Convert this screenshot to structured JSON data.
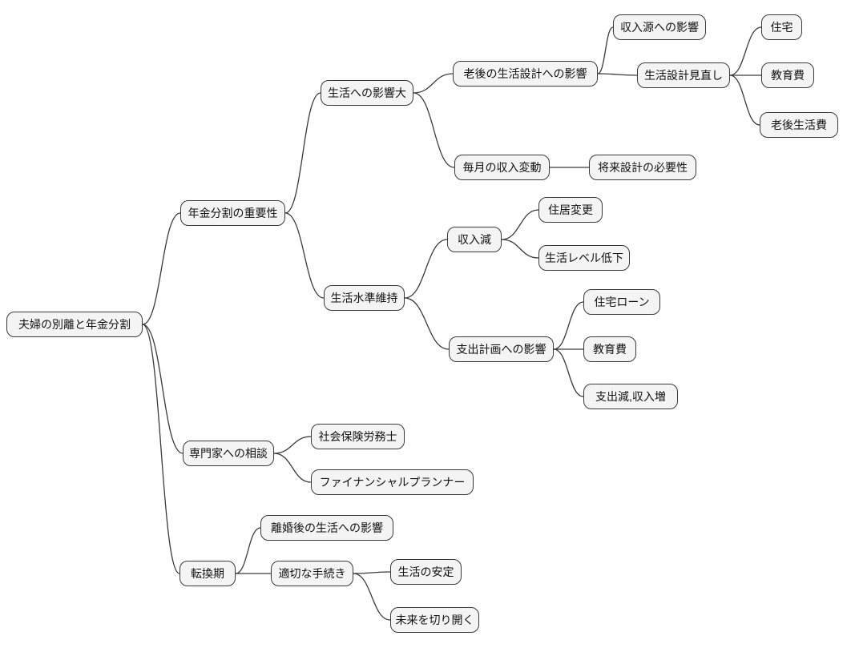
{
  "style": {
    "node_fill": "#f4f4f4",
    "node_border": "#3a3a3a",
    "edge_color": "#3a3a3a",
    "text_color": "#111111"
  },
  "nodes": {
    "root": {
      "label": "夫婦の別離と年金分割"
    },
    "pension-importance": {
      "label": "年金分割の重要性"
    },
    "expert-consult": {
      "label": "専門家への相談"
    },
    "turning-point": {
      "label": "転換期"
    },
    "life-impact": {
      "label": "生活への影響大"
    },
    "living-standard": {
      "label": "生活水準維持"
    },
    "retirement-plan-impact": {
      "label": "老後の生活設計への影響"
    },
    "monthly-income-change": {
      "label": "毎月の収入変動"
    },
    "income-source-impact": {
      "label": "収入源への影響"
    },
    "life-plan-review": {
      "label": "生活設計見直し"
    },
    "housing": {
      "label": "住宅"
    },
    "education-cost-1": {
      "label": "教育費"
    },
    "retirement-living-cost": {
      "label": "老後生活費"
    },
    "future-plan-necessity": {
      "label": "将来設計の必要性"
    },
    "income-decrease": {
      "label": "収入減"
    },
    "spending-plan-impact": {
      "label": "支出計画への影響"
    },
    "housing-change": {
      "label": "住居変更"
    },
    "living-level-drop": {
      "label": "生活レベル低下"
    },
    "housing-loan": {
      "label": "住宅ローン"
    },
    "education-cost-2": {
      "label": "教育費"
    },
    "spending-down-income-up": {
      "label": "支出減,収入増"
    },
    "labor-consultant": {
      "label": "社会保険労務士"
    },
    "financial-planner": {
      "label": "ファイナンシャルプランナー"
    },
    "post-divorce-impact": {
      "label": "離婚後の生活への影響"
    },
    "proper-procedure": {
      "label": "適切な手続き"
    },
    "stable-life": {
      "label": "生活の安定"
    },
    "open-future": {
      "label": "未来を切り開く"
    }
  },
  "edges": [
    [
      "root",
      "pension-importance"
    ],
    [
      "root",
      "expert-consult"
    ],
    [
      "root",
      "turning-point"
    ],
    [
      "pension-importance",
      "life-impact"
    ],
    [
      "pension-importance",
      "living-standard"
    ],
    [
      "life-impact",
      "retirement-plan-impact"
    ],
    [
      "life-impact",
      "monthly-income-change"
    ],
    [
      "retirement-plan-impact",
      "income-source-impact"
    ],
    [
      "retirement-plan-impact",
      "life-plan-review"
    ],
    [
      "life-plan-review",
      "housing"
    ],
    [
      "life-plan-review",
      "education-cost-1"
    ],
    [
      "life-plan-review",
      "retirement-living-cost"
    ],
    [
      "monthly-income-change",
      "future-plan-necessity"
    ],
    [
      "living-standard",
      "income-decrease"
    ],
    [
      "living-standard",
      "spending-plan-impact"
    ],
    [
      "income-decrease",
      "housing-change"
    ],
    [
      "income-decrease",
      "living-level-drop"
    ],
    [
      "spending-plan-impact",
      "housing-loan"
    ],
    [
      "spending-plan-impact",
      "education-cost-2"
    ],
    [
      "spending-plan-impact",
      "spending-down-income-up"
    ],
    [
      "expert-consult",
      "labor-consultant"
    ],
    [
      "expert-consult",
      "financial-planner"
    ],
    [
      "turning-point",
      "post-divorce-impact"
    ],
    [
      "turning-point",
      "proper-procedure"
    ],
    [
      "proper-procedure",
      "stable-life"
    ],
    [
      "proper-procedure",
      "open-future"
    ]
  ]
}
